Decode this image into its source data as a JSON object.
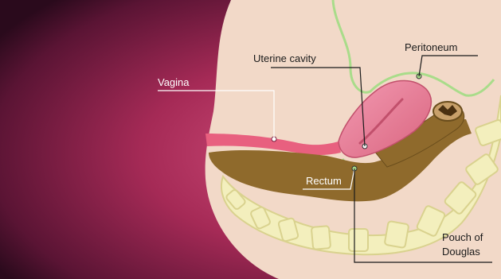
{
  "diagram": {
    "labels": {
      "vagina": "Vagina",
      "uterine_cavity": "Uterine cavity",
      "peritoneum": "Peritoneum",
      "rectum": "Rectum",
      "pouch_line1": "Pouch of",
      "pouch_line2": "Douglas"
    },
    "colors": {
      "background_dark": "#2a0a1c",
      "background_magenta": "#b0325e",
      "body_tissue": "#f2d9c8",
      "peritoneum_line": "#a9dc8a",
      "uterus": "#e87a98",
      "rectum": "#8f6a2c",
      "spine": "#f3efbd",
      "label_text": "#1a1a1a",
      "label_text_light": "#ffffff",
      "leader_line": "#1a1a1a",
      "leader_line_light": "#ffffff"
    }
  }
}
